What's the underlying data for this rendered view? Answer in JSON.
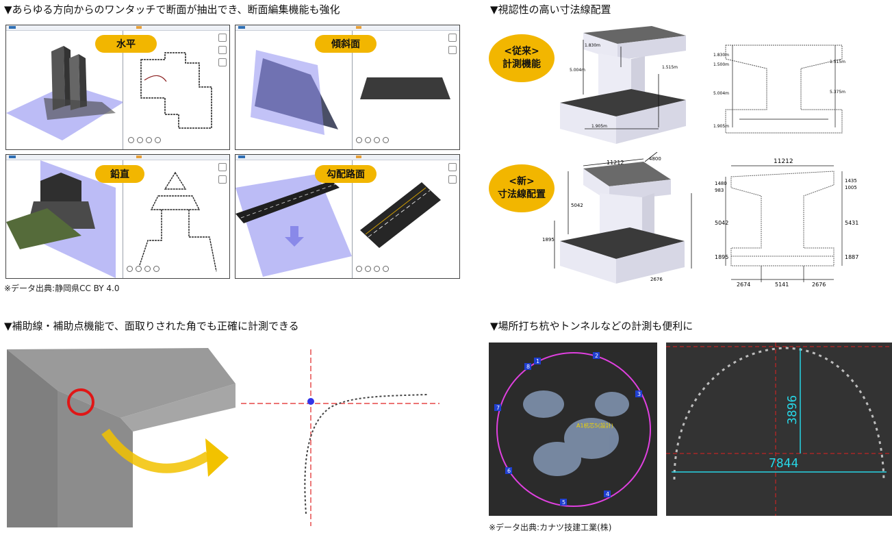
{
  "sections": {
    "section1_title": "▼あらゆる方向からのワンタッチで断面が抽出でき、断面編集機能も強化",
    "section2_title": "▼視認性の高い寸法線配置",
    "section3_title": "▼補助線・補助点機能で、面取りされた角でも正確に計測できる",
    "section4_title": "▼場所打ち杭やトンネルなどの計測も便利に"
  },
  "notes": {
    "source1": "※データ出典:静岡県CC BY 4.0",
    "source2": "※データ出典:カナツ技建工業(株)"
  },
  "panels": [
    {
      "label": "水平"
    },
    {
      "label": "傾斜面"
    },
    {
      "label": "鉛直"
    },
    {
      "label": "勾配路面"
    }
  ],
  "dimension_ovals": {
    "old_line1": "<従来>",
    "old_line2": "計測機能",
    "new_line1": "<新>",
    "new_line2": "寸法線配置"
  },
  "new_dims": {
    "top_width": "11212",
    "left_a": "1480",
    "left_b": "983",
    "right_a": "1435",
    "right_b": "1005",
    "mid_left": "5042",
    "mid_right": "5431",
    "bottom_left": "1895",
    "bottom_right": "1887",
    "base_1": "2674",
    "base_2": "5141",
    "base_3": "2676",
    "iso_top": "11212",
    "iso_depth": "4800",
    "iso_mid": "5042",
    "iso_low": "1895",
    "iso_base": "2676"
  },
  "old_dims": {
    "a": "1.830m",
    "b": "1.500m",
    "c": "5.004m",
    "d": "5.375m",
    "e": "1.515m",
    "f": "1.905m"
  },
  "pile": {
    "label": "A1杭芯5(設計)",
    "markers": [
      "1",
      "2",
      "3",
      "4",
      "5",
      "6",
      "7",
      "8"
    ]
  },
  "tunnel": {
    "height": "3896",
    "width": "7844"
  },
  "colors": {
    "accent_yellow": "#f2b600",
    "plane_blue": "#8f8ff0",
    "pile_magenta": "#e040e0",
    "tunnel_cyan": "#27d6e6",
    "guide_red": "#e02020"
  }
}
